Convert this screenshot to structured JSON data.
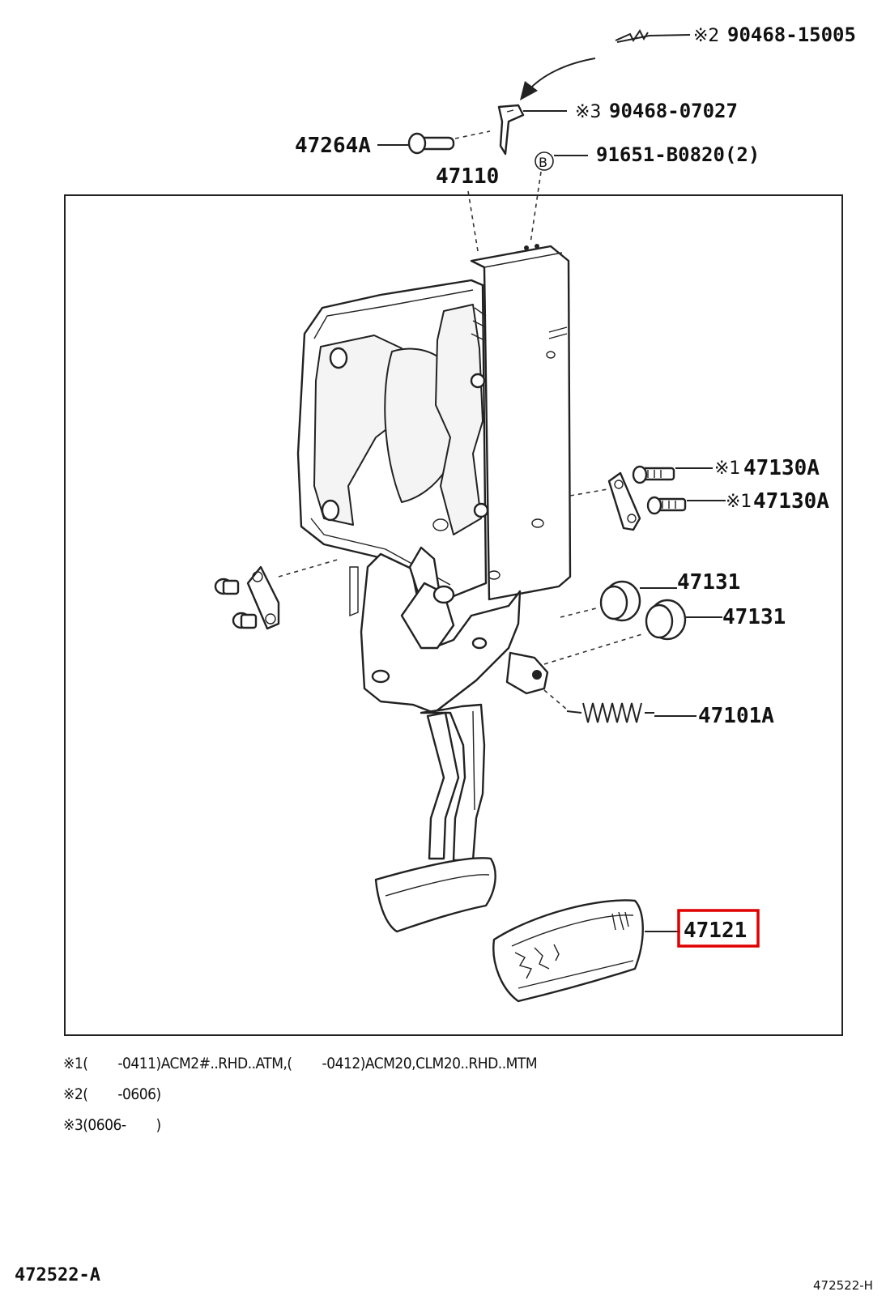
{
  "diagram": {
    "callouts": {
      "p90468_15005": {
        "marker": "※2",
        "part": "90468-15005"
      },
      "p90468_07027": {
        "marker": "※3",
        "part": "90468-07027"
      },
      "p47264a": {
        "part": "47264A"
      },
      "p91651": {
        "marker": "B",
        "part": "91651-B0820(2)"
      },
      "p47110": {
        "part": "47110"
      },
      "p47130a_1": {
        "marker": "※1",
        "part": "47130A"
      },
      "p47130a_2": {
        "marker": "※1",
        "part": "47130A"
      },
      "p47131_1": {
        "part": "47131"
      },
      "p47131_2": {
        "part": "47131"
      },
      "p47101a": {
        "part": "47101A"
      },
      "p47121": {
        "part": "47121",
        "highlighted": true
      }
    },
    "highlight_color": "#e00000"
  },
  "notes": [
    "※1(　　-0411)ACM2#..RHD..ATM,(　　-0412)ACM20,CLM20..RHD..MTM",
    "※2(　　-0606)",
    "※3(0606-　　)"
  ],
  "footer": {
    "left_code": "472522-A",
    "right_code": "472522-H"
  }
}
